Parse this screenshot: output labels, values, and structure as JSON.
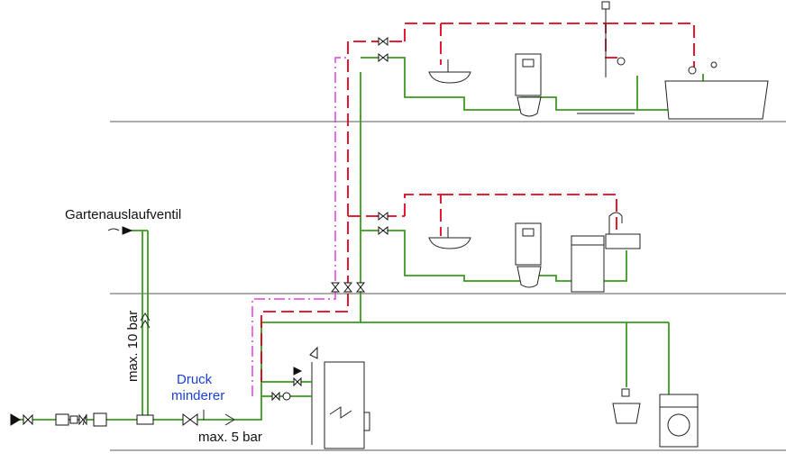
{
  "labels": {
    "garden_valve": "Gartenauslaufventil",
    "max_pressure_riser": "max. 10 bar",
    "pressure_reducer_line1": "Druck",
    "pressure_reducer_line2": "minderer",
    "max_pressure_outlet": "max. 5 bar"
  },
  "colors": {
    "cold_water": "#3a9a1e",
    "hot_water": "#e3001b",
    "circulation": "#e040e0",
    "reducer_label": "#1a3fd6"
  }
}
